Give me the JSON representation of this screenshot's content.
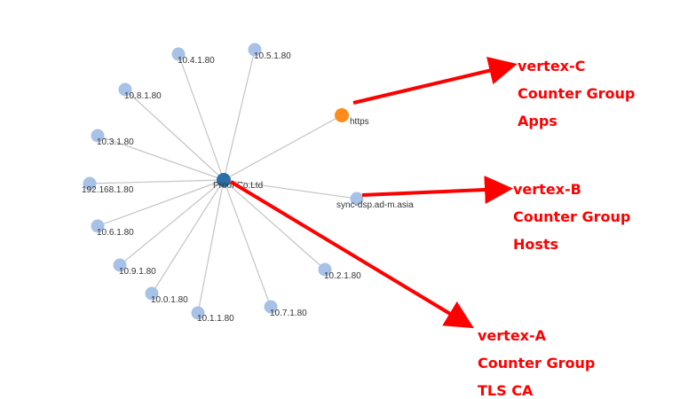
{
  "graph": {
    "center": {
      "label": "Proof Co.Ltd",
      "color": "#2a6fa8"
    },
    "node_color": "#a8c1e6",
    "https_color": "#ff8c1a",
    "edge_color": "#c4c4c4",
    "nodes": [
      {
        "id": "n-10-4-1-80",
        "label": "10.4.1.80"
      },
      {
        "id": "n-10-5-1-80",
        "label": "10.5.1.80"
      },
      {
        "id": "n-10-8-1-80",
        "label": "10.8.1.80"
      },
      {
        "id": "n-10-3-1-80",
        "label": "10.3.1.80"
      },
      {
        "id": "n-192-168-1-80",
        "label": "192.168.1.80"
      },
      {
        "id": "n-10-6-1-80",
        "label": "10.6.1.80"
      },
      {
        "id": "n-10-9-1-80",
        "label": "10.9.1.80"
      },
      {
        "id": "n-10-0-1-80",
        "label": "10.0.1.80"
      },
      {
        "id": "n-10-1-1-80",
        "label": "10.1.1.80"
      },
      {
        "id": "n-10-7-1-80",
        "label": "10.7.1.80"
      },
      {
        "id": "n-10-2-1-80",
        "label": "10.2.1.80"
      },
      {
        "id": "n-sync-dsp",
        "label": "sync-dsp.ad-m.asia"
      },
      {
        "id": "n-https",
        "label": "https"
      }
    ]
  },
  "annotations": {
    "arrow_color": "#ff0000",
    "vertex_c": {
      "line1": "vertex-C",
      "line2": "Counter Group",
      "line3": "Apps"
    },
    "vertex_b": {
      "line1": "vertex-B",
      "line2": "Counter Group",
      "line3": "Hosts"
    },
    "vertex_a": {
      "line1": "vertex-A",
      "line2": "Counter Group",
      "line3": "TLS CA"
    }
  }
}
